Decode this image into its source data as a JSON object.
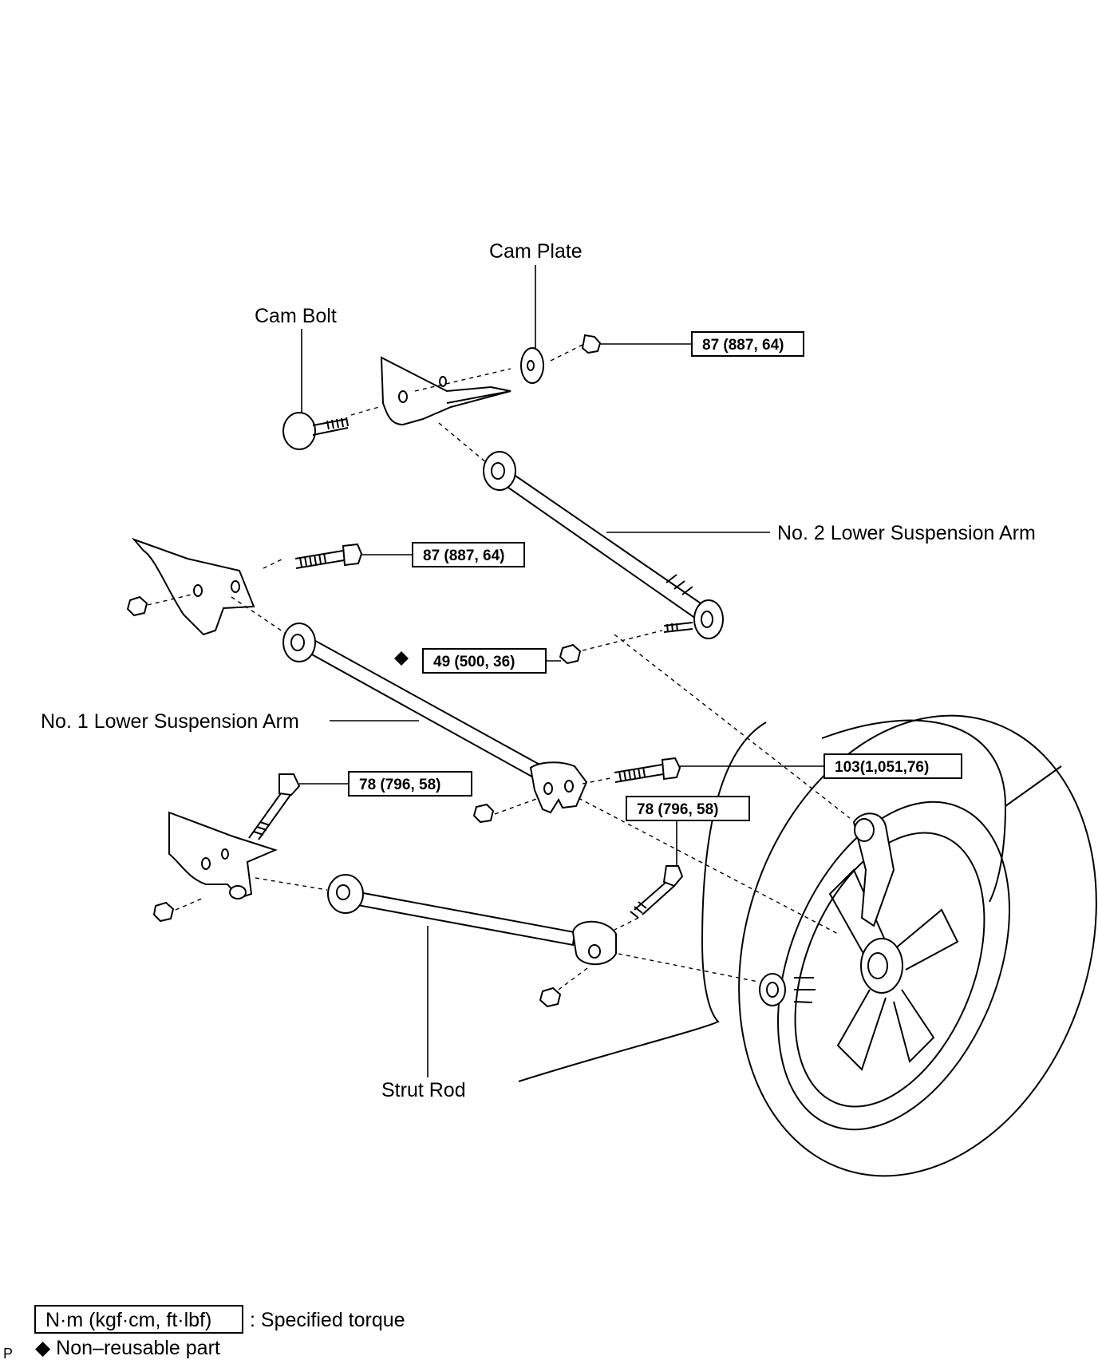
{
  "labels": {
    "cam_plate": "Cam Plate",
    "cam_bolt": "Cam Bolt",
    "no2_lower_arm": "No. 2 Lower Suspension Arm",
    "no1_lower_arm": "No. 1 Lower Suspension Arm",
    "strut_rod": "Strut Rod"
  },
  "torques": {
    "cam_plate_nut": "87 (887, 64)",
    "no2_arm_body_bolt": "87 (887, 64)",
    "no2_arm_hub_nut": "49 (500, 36)",
    "no1_arm_hub_bolt": "103(1,051,76)",
    "strut_body_bolt": "78 (796, 58)",
    "strut_hub_bolt": "78 (796, 58)"
  },
  "legend": {
    "torque_unit": "N·m (kgf·cm, ft·lbf)",
    "torque_desc": ": Specified torque",
    "non_reusable": "◆ Non–reusable part",
    "corner_mark": "P"
  }
}
